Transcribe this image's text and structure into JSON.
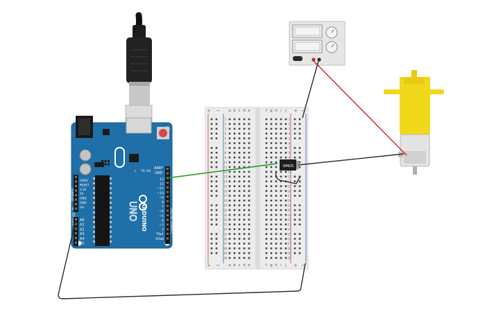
{
  "arduino": {
    "logo": "ARDUINO",
    "model": "UNO",
    "aref": "AREF",
    "gnd_top": "GND",
    "digital_pins": [
      "13",
      "12",
      "~11",
      "~10",
      "~9",
      "8",
      "7",
      "~6",
      "~5",
      "4",
      "~3",
      "2",
      "TX▸1",
      "RX◂0"
    ],
    "power_pins": [
      "IOREF",
      "RESET",
      "3.3V",
      "5V",
      "GND",
      "GND",
      "Vin"
    ],
    "analog_pins": [
      "A0",
      "A1",
      "A2",
      "A3",
      "A4",
      "A5"
    ],
    "power_header": "POWER",
    "analog_header": "ANALOG IN",
    "digital_header": "DIGITAL (PWM~)",
    "tx_label": "TX",
    "rx_label": "RX",
    "l_label": "L"
  },
  "breadboard": {
    "columns_left": [
      "a",
      "b",
      "c",
      "d",
      "e"
    ],
    "columns_right": [
      "f",
      "g",
      "h",
      "i",
      "j"
    ],
    "rows": [
      "1",
      "2",
      "3",
      "4",
      "5",
      "6",
      "7",
      "8",
      "9",
      "10",
      "11",
      "12",
      "13",
      "14",
      "15",
      "16",
      "17",
      "18",
      "19",
      "20",
      "21",
      "22",
      "23",
      "24",
      "25",
      "26",
      "27",
      "28",
      "29",
      "30"
    ],
    "plus": "+",
    "minus": "−"
  },
  "mosfet": {
    "label": "NMOS"
  },
  "colors": {
    "arduino_blue": "#1f6fa8",
    "wire_green": "#2a9a2a",
    "wire_red": "#d42020",
    "wire_black": "#2a2a2a",
    "motor_yellow": "#f2d81a",
    "rail_red": "#d84040",
    "rail_blue": "#3a5fb0"
  }
}
